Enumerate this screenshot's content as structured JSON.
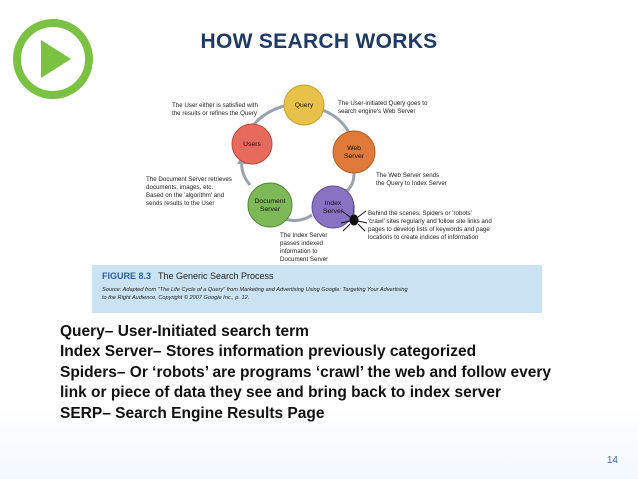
{
  "slide": {
    "title": "HOW SEARCH WORKS",
    "page_number": "14"
  },
  "figure": {
    "nodes": {
      "query": "Query",
      "web_server_1": "Web",
      "web_server_2": "Server",
      "index_server_1": "Index",
      "index_server_2": "Server",
      "document_server_1": "Document",
      "document_server_2": "Server",
      "users": "Users"
    },
    "annotations": {
      "users_satisfied_1": "The User either is satisfied with",
      "users_satisfied_2": "the results or refines the Query",
      "query_goes_1": "The User-initiated Query goes to",
      "query_goes_2": "search engine's Web Server",
      "web_sends_1": "The Web Server sends",
      "web_sends_2": "the Query to Index Server",
      "doc_retrieves_1": "The Document Server retrieves",
      "doc_retrieves_2": "documents, images, etc.",
      "doc_retrieves_3": "Based on the 'algorithm' and",
      "doc_retrieves_4": "sends results to the User",
      "spiders_1": "Behind the scenes: Spiders or 'robots'",
      "spiders_2": "'crawl' sites regularly and follow site links and",
      "spiders_3": "pages to develop lists of keywords and page",
      "spiders_4": "locations to create indices of information",
      "index_passes_1": "The Index Server",
      "index_passes_2": "passes indexed",
      "index_passes_3": "information to",
      "index_passes_4": "Document Server"
    },
    "caption": {
      "figure_label": "FIGURE 8.3",
      "figure_title": "The Generic Search Process",
      "source_1": "Source: Adapted from \"The Life Cycle of a Query\" from Marketing and Advertising Using Google: Targeting Your Advertising",
      "source_2": "to the Right Audience, Copyright © 2007 Google Inc., p. 12."
    },
    "colors": {
      "query": "#e8c14a",
      "web_server": "#e07a3a",
      "index_server": "#8a72c2",
      "document_server": "#7db859",
      "users": "#e86a5c",
      "caption_bar": "#c9e3f3",
      "figure_label": "#2c5fa0"
    }
  },
  "bullets": [
    "Query– User-Initiated search term",
    "Index Server– Stores information previously categorized",
    "Spiders– Or ‘robots’  are programs ‘crawl’ the web and follow every",
    "link or piece of data they see and bring back to index server",
    "SERP– Search Engine Results Page"
  ],
  "icons": {
    "play": "play-icon",
    "spider": "spider-icon"
  },
  "accent_color": "#7cc242"
}
